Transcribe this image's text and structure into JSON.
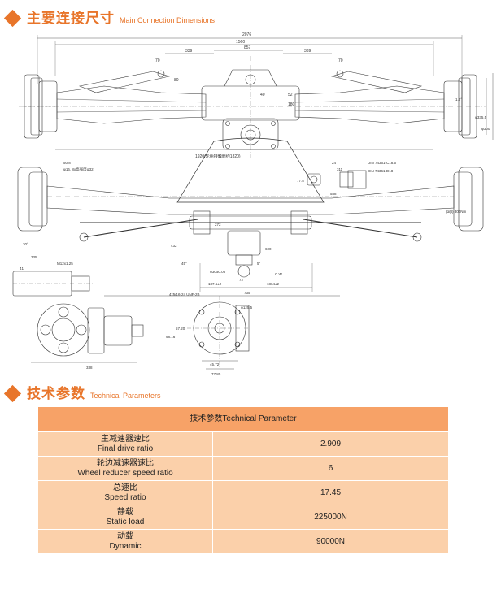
{
  "section1": {
    "title_zh": "主要连接尺寸",
    "title_en": "Main Connection Dimensions"
  },
  "section2": {
    "title_zh": "技术参数",
    "title_en": "Technical Parameters"
  },
  "drawing": {
    "dims": {
      "overall": "2076",
      "track": "1560",
      "span_857": "857",
      "d_339_left": "339",
      "d_339_right": "339",
      "d_70_left": "70",
      "d_70_right": "70",
      "d_80": "80",
      "d_40": "40",
      "d_52": "52",
      "d_180": "180",
      "flange_note": "1920(轮胎接触面约1820)",
      "dia_1": "φ335.5",
      "dia_2": "φ300",
      "d_15": "1.5°",
      "d_24": "24",
      "d_311": "311",
      "d_77": "77.5",
      "d_588": "588",
      "din_1": "DIN 74361-C18.5",
      "din_2": "DIN 74361-D18",
      "d_508": "50.8",
      "bolt_note": "φ16, 8x高强度φ32",
      "d_30": "30°",
      "d_45": "45°",
      "d_5": "5°",
      "d_432": "432",
      "d_600": "600",
      "d_272": "272",
      "d_72": "72",
      "d_1875": "187.5±2",
      "d_1864": "1864±2",
      "d_735": "735",
      "d_500": "φ30±0.05",
      "cw": "C.W",
      "d_d50": "(α/β) 300Nm",
      "d_335": "335",
      "m12": "M12x1.25",
      "d_41": "41",
      "d_338": "338",
      "bolt_4x5": "4x5/16-24 UNF-2B",
      "d_1255": "φ125.5",
      "d_5720": "57.20",
      "d_9816": "98.16",
      "d_4572": "45.72",
      "d_7780": "77.80"
    }
  },
  "table": {
    "header": "技术参数Technical Parameter",
    "rows": [
      {
        "zh": "主减速器速比",
        "en": "Final drive ratio",
        "value": "2.909"
      },
      {
        "zh": "轮边减速器速比",
        "en": "Wheel reducer speed ratio",
        "value": "6"
      },
      {
        "zh": "总速比",
        "en": "Speed ratio",
        "value": "17.45"
      },
      {
        "zh": "静载",
        "en": "Static load",
        "value": "225000N"
      },
      {
        "zh": "动载",
        "en": "Dynamic",
        "value": "90000N"
      }
    ]
  }
}
